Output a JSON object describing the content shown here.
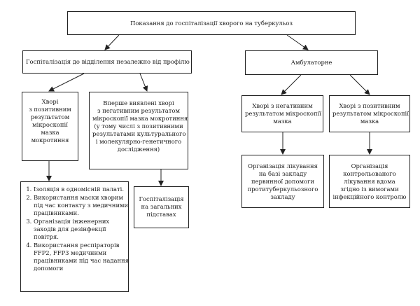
{
  "root": {
    "label": "Показання до госпіталізації хворого на туберкульоз"
  },
  "branch_left": {
    "label": "Госпіталізація до відділення незалежно від профілю"
  },
  "branch_right": {
    "label": "Амбулаторне"
  },
  "box_positive": {
    "lines": [
      "Хворі",
      "з позитивним",
      "результатом",
      "мікроскопії",
      "мазка",
      "мокротиння"
    ]
  },
  "box_first_negative": {
    "lines": [
      "Вперше виявлені хворі",
      "з негативним результатом",
      "мікроскопії мазка мокротиння",
      "(у тому числі з позитивними",
      "результатами культурального",
      "і молекулярно-генетичного",
      "дослідження)"
    ]
  },
  "box_general": {
    "lines": [
      "Госпіталізація",
      "на загальних",
      "підставах"
    ]
  },
  "box_isolation_list": {
    "items": [
      {
        "lines": [
          "Ізоляція в одномісній палаті."
        ]
      },
      {
        "lines": [
          "Використання маски хворим",
          "під час контакту з медичними",
          "працівниками."
        ]
      },
      {
        "lines": [
          "Організація інженерних",
          "заходів для дезінфекції",
          "повітря."
        ]
      },
      {
        "lines": [
          "Використання респіраторів",
          "FFP2, FFP3 медичними",
          "працівниками під час надання",
          "допомоги"
        ]
      }
    ]
  },
  "box_amb_negative": {
    "lines": [
      "Хворі з негативним",
      "результатом мікроскопії",
      "мазка"
    ]
  },
  "box_amb_positive": {
    "lines": [
      "Хворі з позитивним",
      "результатом мікроскопії",
      "мазка"
    ]
  },
  "box_amb_primary": {
    "lines": [
      "Організація лікування",
      "на базі закладу",
      "первинної допомоги",
      "протитуберкульозного",
      "закладу"
    ]
  },
  "box_amb_controlled": {
    "lines": [
      "Організація",
      "контрольованого",
      "лікування вдома",
      "згідно із вимогами",
      "інфекційного контролю"
    ]
  }
}
